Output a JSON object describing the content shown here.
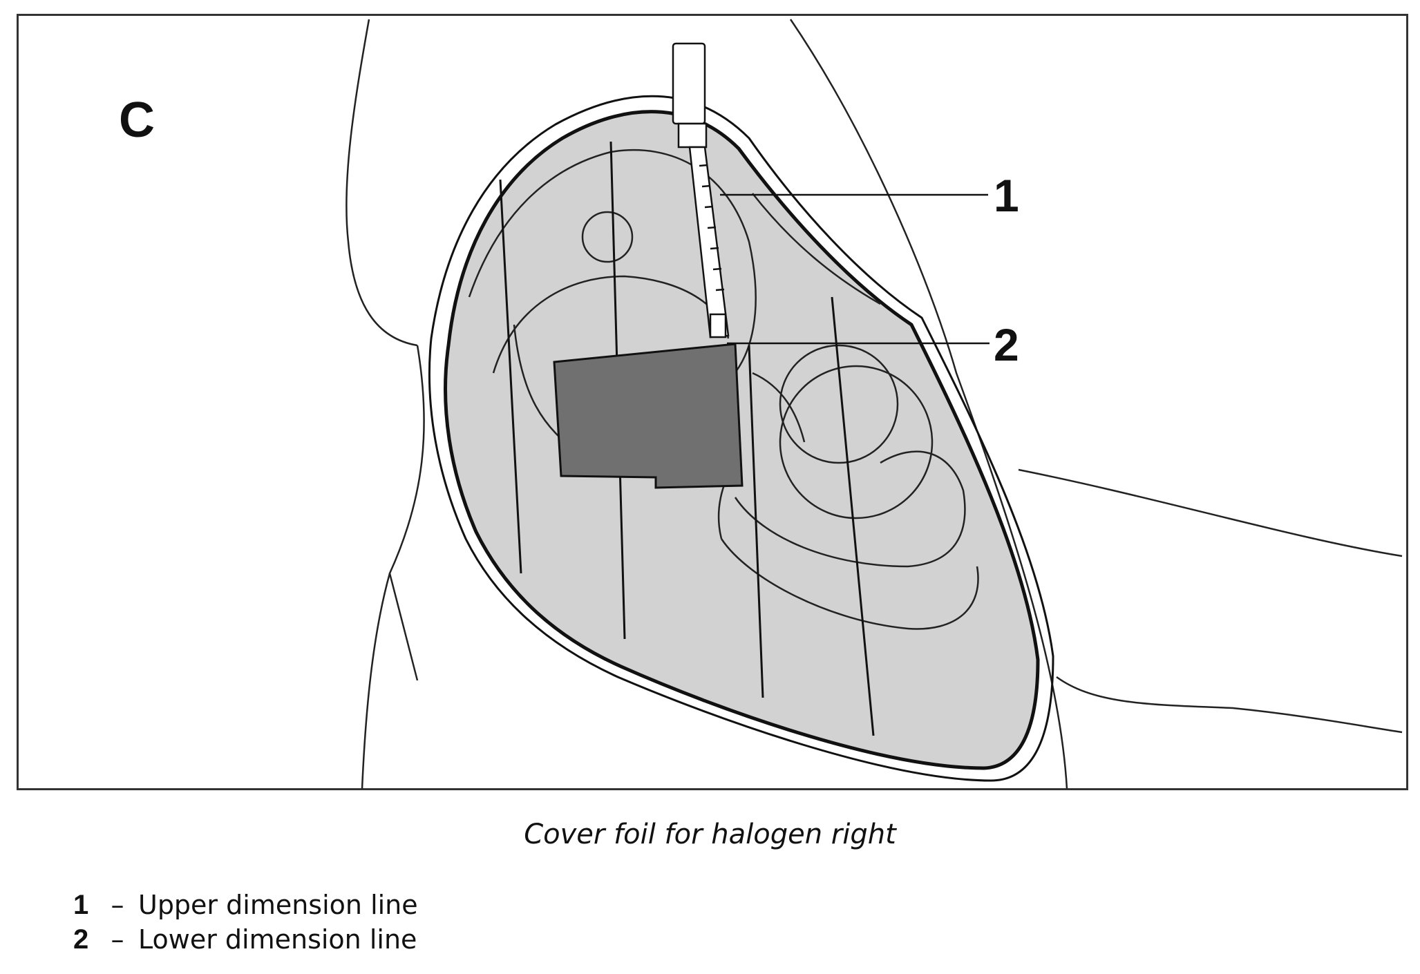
{
  "figure": {
    "view_letter": "C",
    "callouts": [
      {
        "number": "1",
        "target": "upper-dimension-line"
      },
      {
        "number": "2",
        "target": "lower-dimension-line"
      }
    ],
    "colors": {
      "frame": "#333333",
      "lens_fill": "#d2d2d2",
      "cover_foil": "#707070",
      "outline": "#111111"
    }
  },
  "caption": "Cover foil for halogen right",
  "legend": [
    {
      "number": "1",
      "dash": "–",
      "text": "Upper dimension line"
    },
    {
      "number": "2",
      "dash": "–",
      "text": "Lower dimension line"
    }
  ]
}
